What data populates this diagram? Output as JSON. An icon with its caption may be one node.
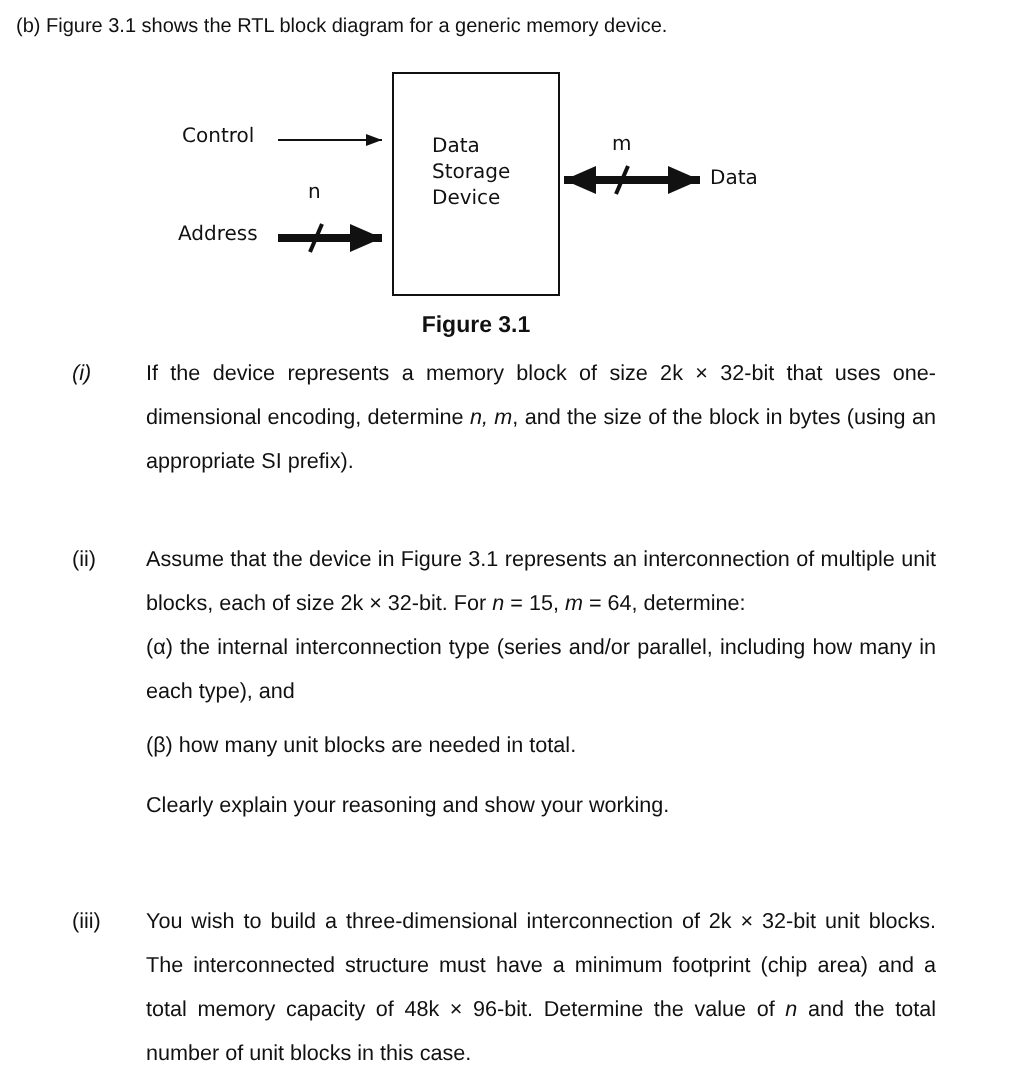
{
  "diagram": {
    "title": "(b) Figure 3.1 shows the RTL block diagram for a generic memory device.",
    "caption": "Figure 3.1",
    "nodes": [
      {
        "text": [
          "Data Storage Device"
        ]
      },
      {
        "text": [
          "Control"
        ]
      },
      {
        "text": [
          "Address"
        ]
      },
      {
        "text": [
          "Data"
        ]
      }
    ],
    "edges": [
      {
        "from": 1,
        "to": 0,
        "arrow": "to"
      },
      {
        "from": 2,
        "to": 0,
        "arrow": "to",
        "label": "n"
      },
      {
        "from": 0,
        "to": 3,
        "arrow": "both",
        "label": "m"
      }
    ],
    "labels": [
      "(i)",
      "If the device represents a memory block of size 2k × 32-bit that uses one-dimensional encoding, determine *n, m*, and the size of the block in bytes (using an appropriate SI prefix).",
      "(ii)",
      "Assume that the device in Figure 3.1 represents an interconnection of multiple unit blocks, each of size 2k × 32-bit. For *n* = 15, *m* = 64, determine:",
      "(α) the internal interconnection type (series and/or parallel, including how many in each type), and",
      "(β) how many unit blocks are needed in total.",
      "Clearly explain your reasoning and show your working.",
      "(iii)",
      "You wish to build a three-dimensional interconnection of 2k × 32-bit unit blocks. The interconnected structure must have a minimum footprint (chip area) and a total memory capacity of 48k × 96-bit.  Determine the value of *n* and the total number of unit blocks in this case."
    ]
  }
}
